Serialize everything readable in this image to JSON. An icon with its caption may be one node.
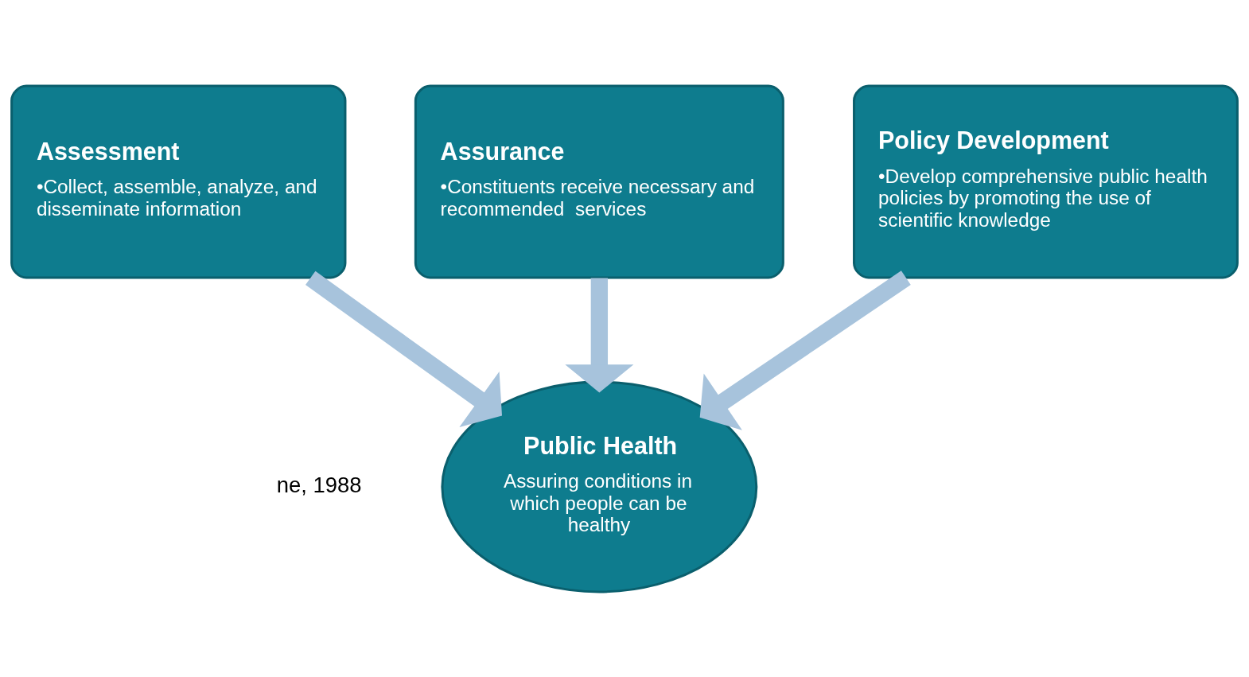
{
  "diagram": {
    "nodes": [
      {
        "text": [
          "Assessment",
          "•Collect, assemble, analyze, and disseminate information"
        ]
      },
      {
        "text": [
          "Assurance",
          "•Constituents receive necessary and recommended  services"
        ]
      },
      {
        "text": [
          "Policy Development",
          "•Develop comprehensive public health policies by promoting the use of scientific knowledge"
        ]
      },
      {
        "text": [
          "Public Health",
          "Assuring conditions in which people can be healthy"
        ]
      }
    ],
    "edges": [
      {
        "from": 0,
        "to": 3,
        "arrow": "to"
      },
      {
        "from": 1,
        "to": 3,
        "arrow": "to"
      },
      {
        "from": 2,
        "to": 3,
        "arrow": "to"
      }
    ],
    "labels": [
      "ne, 1988"
    ]
  }
}
